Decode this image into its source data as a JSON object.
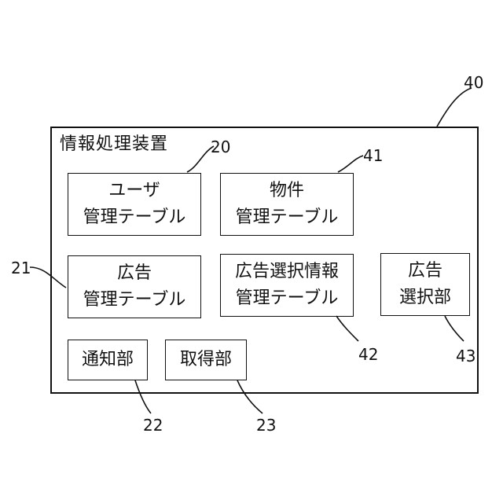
{
  "device": {
    "title": "情報処理装置",
    "ref": "40"
  },
  "components": {
    "user_table": {
      "line1": "ユーザ",
      "line2": "管理テーブル",
      "ref": "20"
    },
    "property_table": {
      "line1": "物件",
      "line2": "管理テーブル",
      "ref": "41"
    },
    "ad_table": {
      "line1": "広告",
      "line2": "管理テーブル",
      "ref": "21"
    },
    "ad_selection_table": {
      "line1": "広告選択情報",
      "line2": "管理テーブル",
      "ref": "42"
    },
    "ad_selection_unit": {
      "line1": "広告",
      "line2": "選択部",
      "ref": "43"
    },
    "notification_unit": {
      "label": "通知部",
      "ref": "22"
    },
    "acquisition_unit": {
      "label": "取得部",
      "ref": "23"
    }
  }
}
